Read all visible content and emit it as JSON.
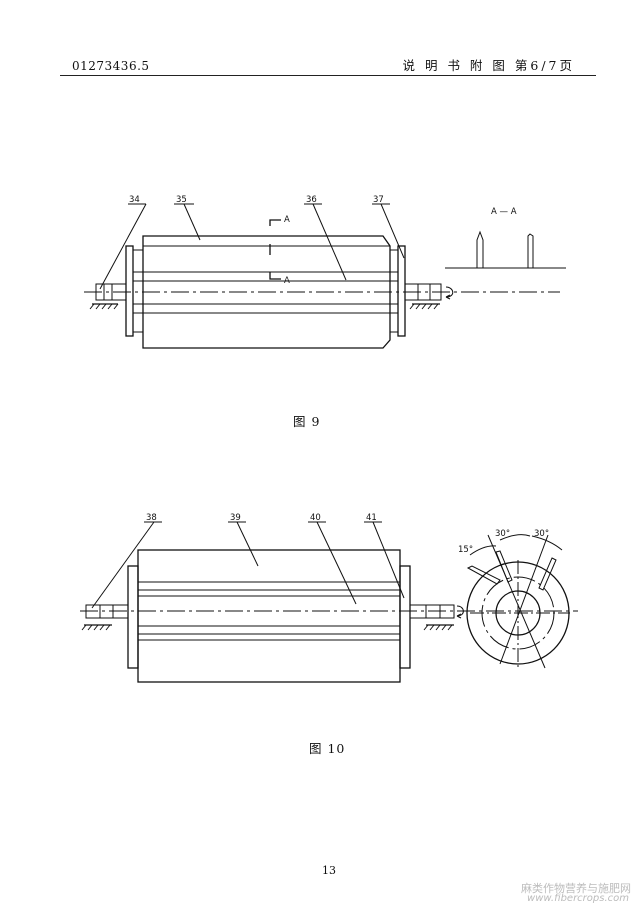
{
  "header": {
    "doc_id": "01273436.5",
    "title": "说 明 书 附 图 第6/7页"
  },
  "figure9": {
    "caption": "图 9",
    "callouts": [
      "34",
      "35",
      "36",
      "37"
    ],
    "section_marks": {
      "top": "A",
      "bottom": "A"
    },
    "section_title": "A — A"
  },
  "figure10": {
    "caption": "图 10",
    "callouts": [
      "38",
      "39",
      "40",
      "41"
    ],
    "angles": [
      "15°",
      "30°",
      "30°"
    ]
  },
  "footer": {
    "page_number": "13"
  },
  "watermark": {
    "line1": "麻类作物营养与施肥网",
    "line2": "www.fibercrops.com"
  }
}
